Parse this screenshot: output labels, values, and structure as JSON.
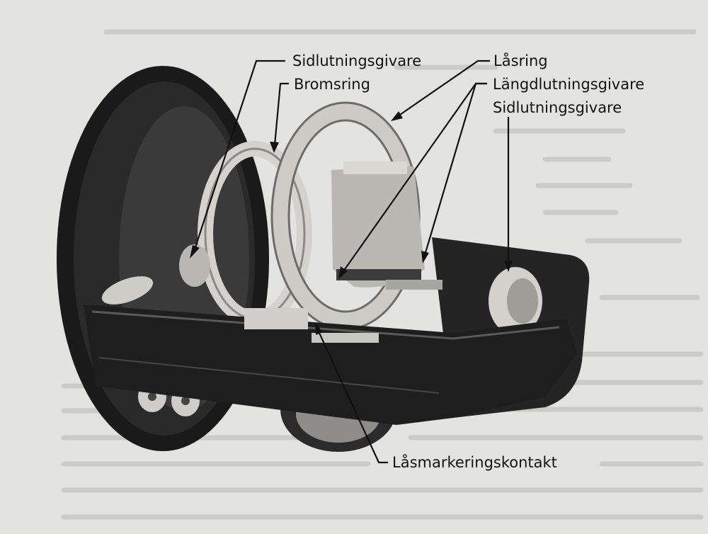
{
  "labels": {
    "sidlutning_left": "Sidlutningsgivare",
    "bromsring": "Bromsring",
    "lasring": "Låsring",
    "langdlutning": "Längdlutningsgivare",
    "sidlutning_right": "Sidlutningsgivare",
    "lasmarkering": "Låsmarkeringskontakt"
  },
  "colors": {
    "paper": "#e3e3e1",
    "ink": "#111111",
    "housing_dark": "#1c1c1c",
    "metal_light": "#c9c7c2"
  }
}
